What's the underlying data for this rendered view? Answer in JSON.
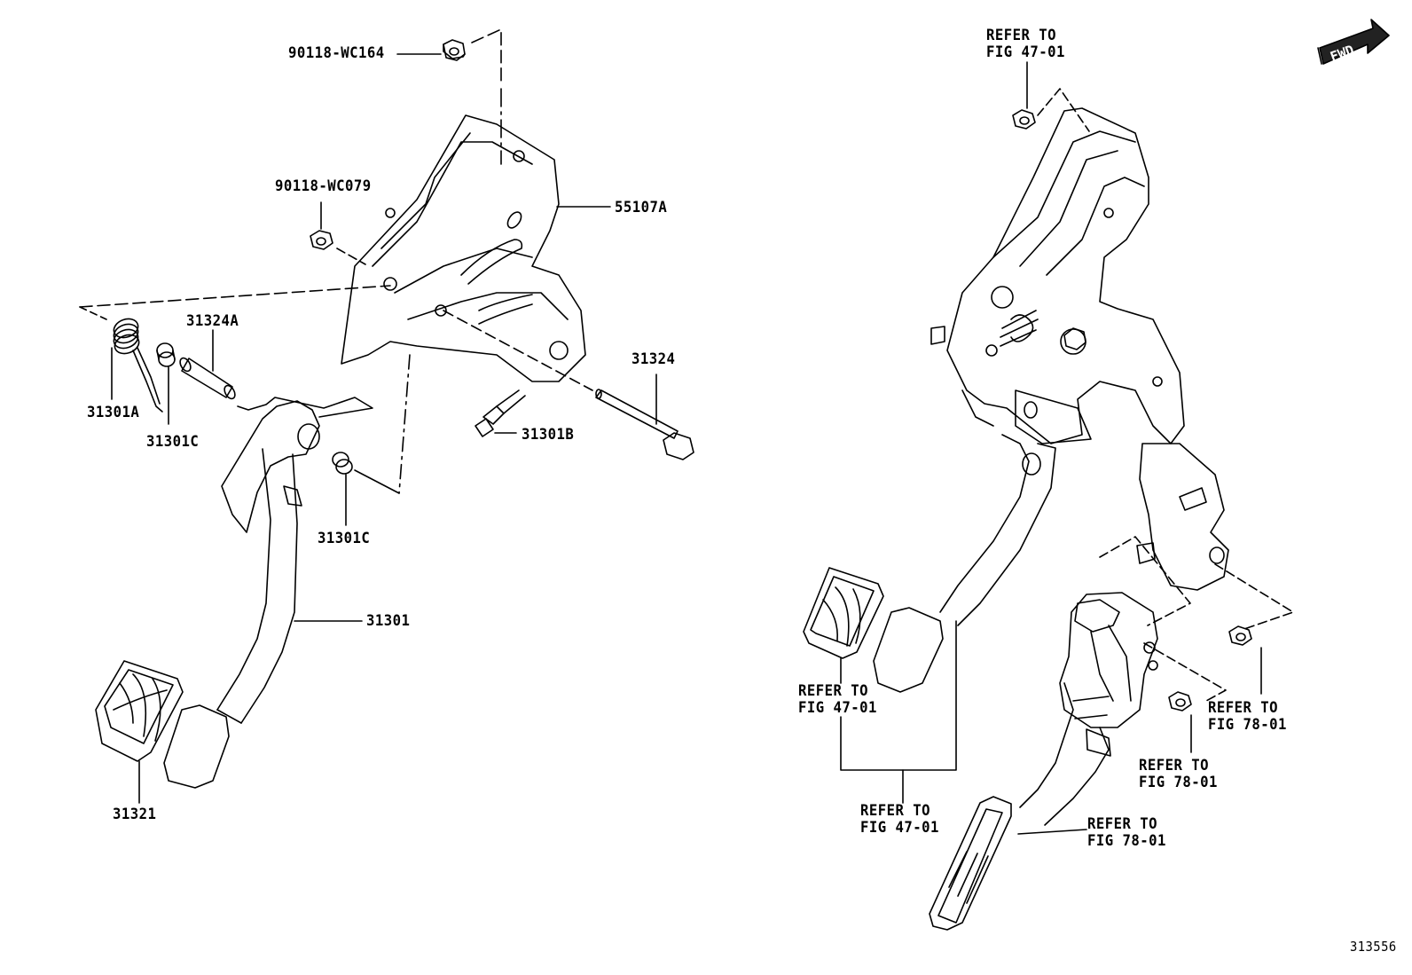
{
  "callouts": {
    "nut_90118_wc164": "90118-WC164",
    "nut_90118_wc079": "90118-WC079",
    "bracket_55107a": "55107A",
    "spring_31301a": "31301A",
    "collar_31324a": "31324A",
    "bushing_31301c_a": "31301C",
    "bushing_31301c_b": "31301C",
    "bolt_31324": "31324",
    "stopper_31301b": "31301B",
    "pedal_31301": "31301",
    "pad_31321": "31321"
  },
  "refers": {
    "top_line1": "REFER TO",
    "top_line2": "FIG 47-01",
    "brake_pad_line1": "REFER TO",
    "brake_pad_line2": "FIG 47-01",
    "brake_pedal_line1": "REFER TO",
    "brake_pedal_line2": "FIG 47-01",
    "nut_right_line1": "REFER TO",
    "nut_right_line2": "FIG 78-01",
    "nut_mid_line1": "REFER TO",
    "nut_mid_line2": "FIG 78-01",
    "accel_line1": "REFER TO",
    "accel_line2": "FIG 78-01"
  },
  "fwd_indicator": "FWD",
  "figure_number": "313556",
  "icons": {
    "direction": "fwd-arrow-icon"
  }
}
